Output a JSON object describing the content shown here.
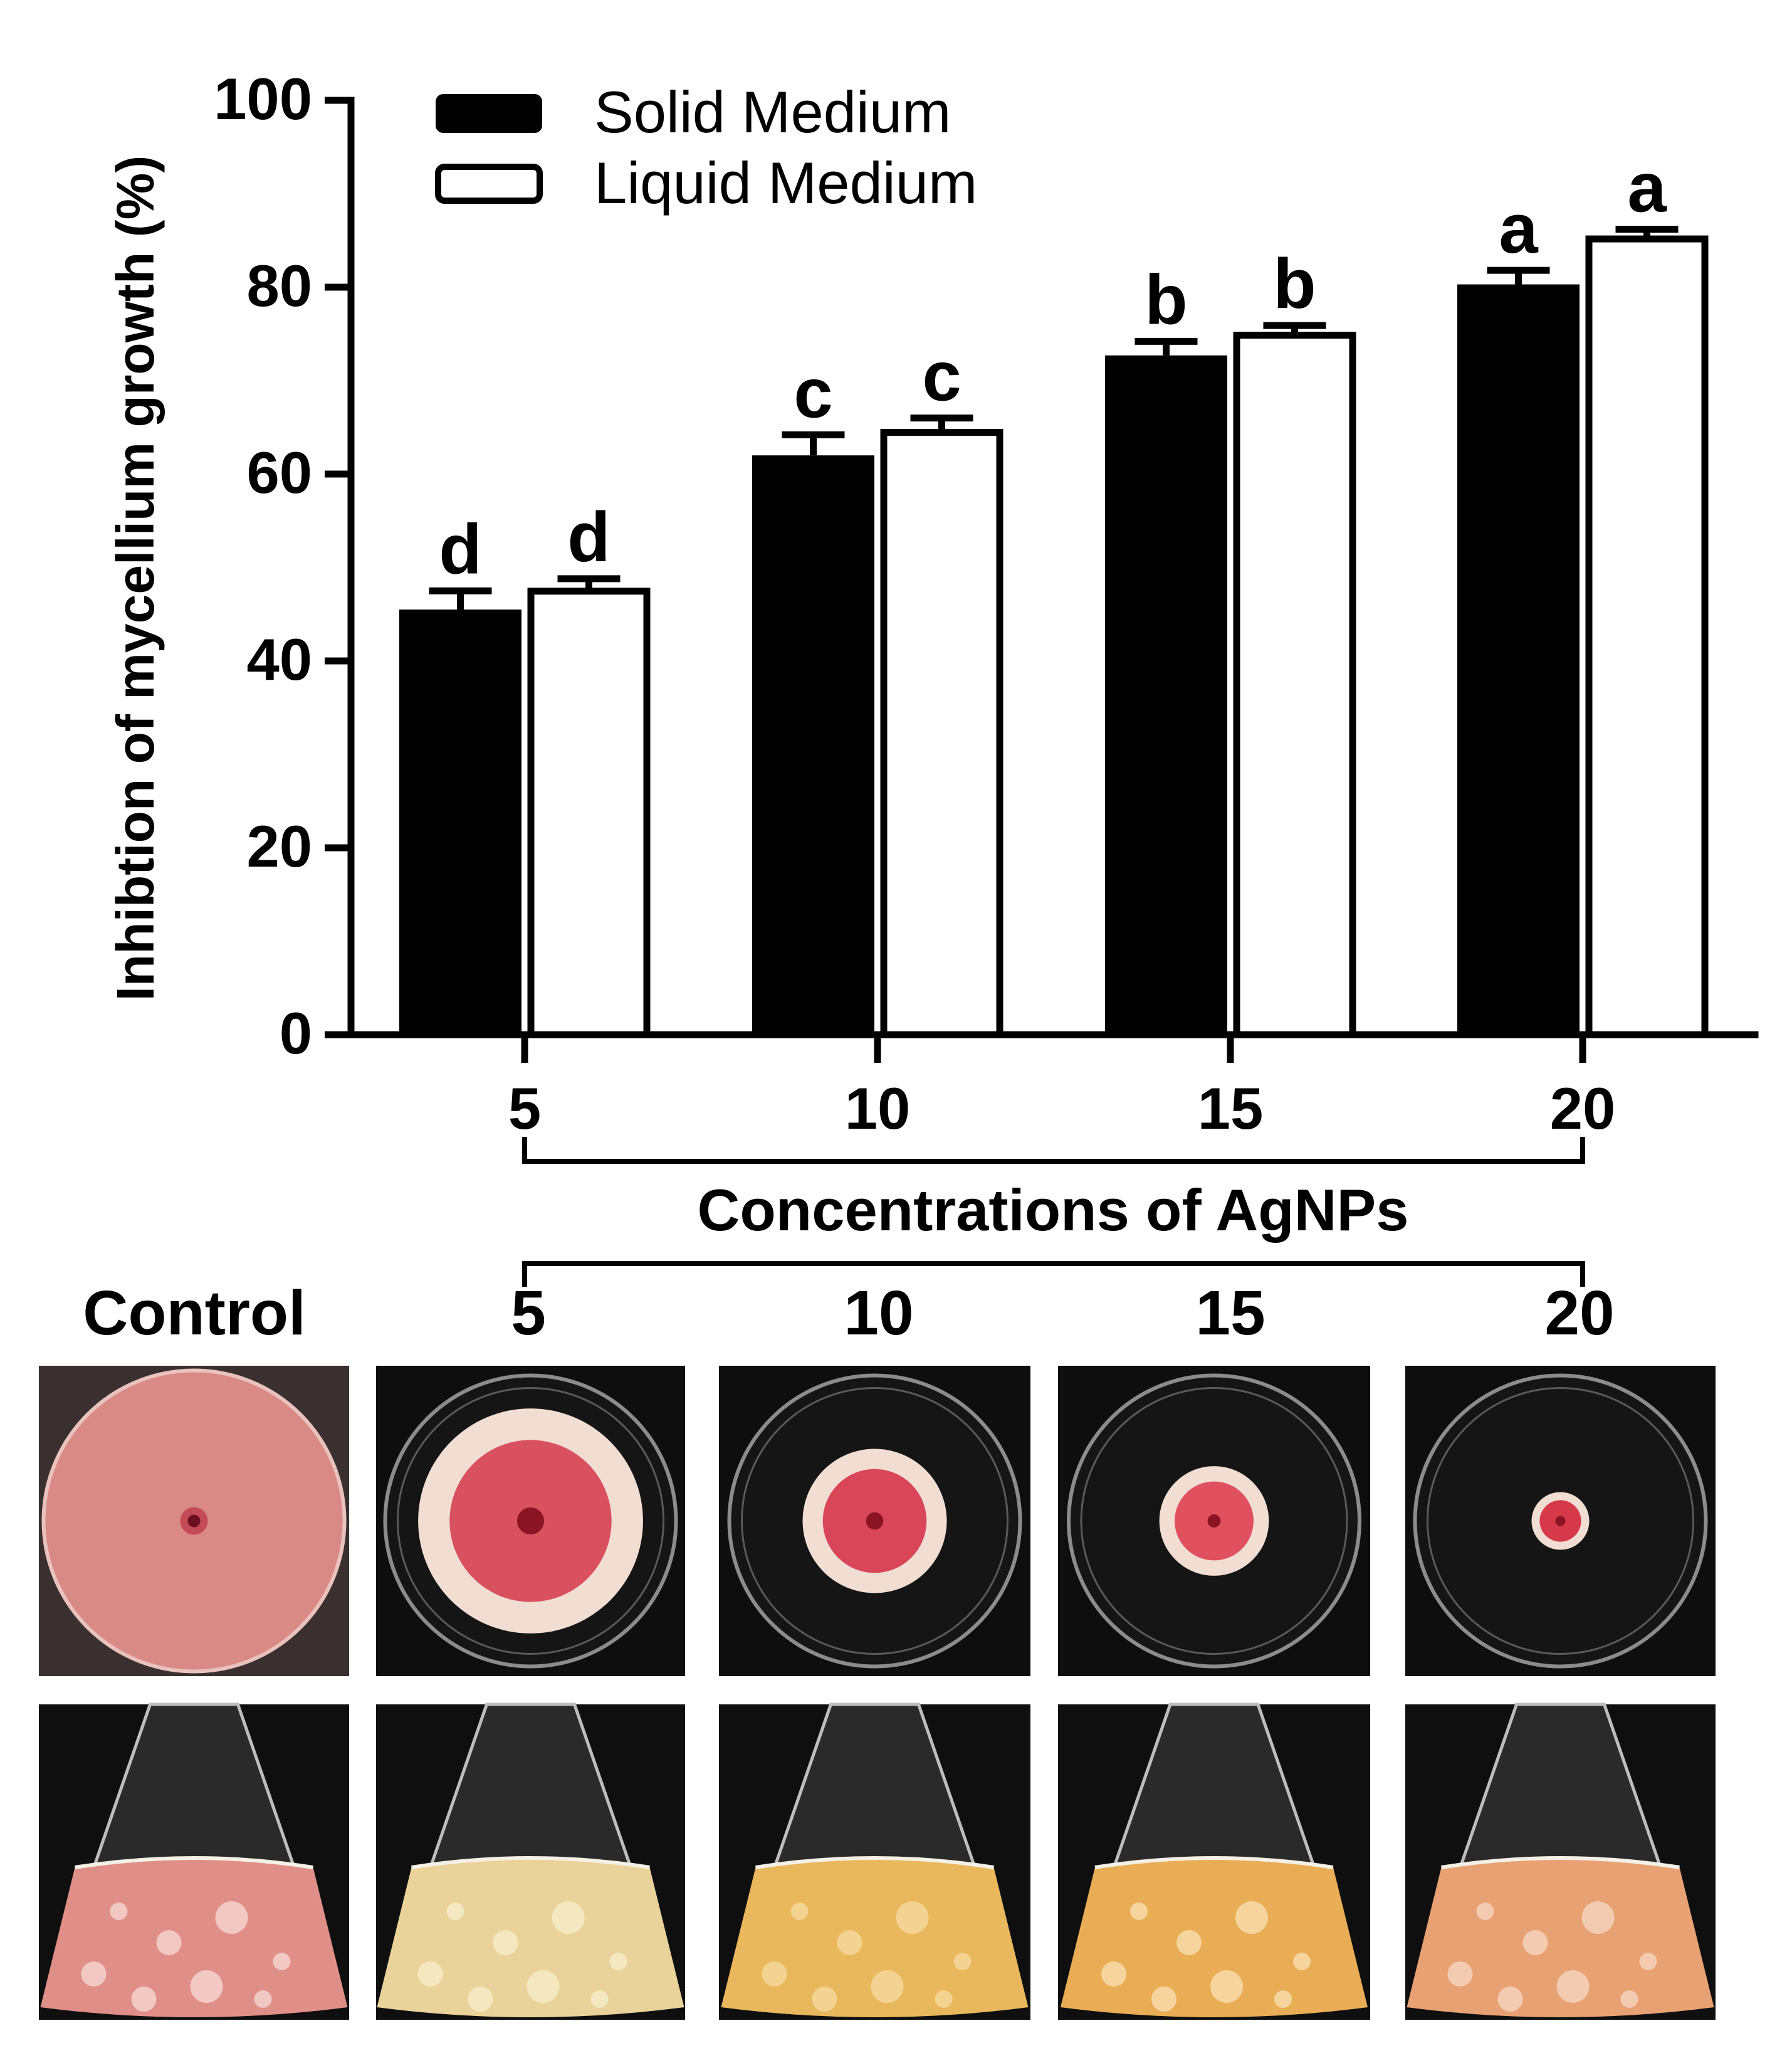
{
  "chart_data": {
    "type": "bar",
    "categories": [
      "5",
      "10",
      "15",
      "20"
    ],
    "series": [
      {
        "name": "Solid Medium",
        "values": [
          45.5,
          62.0,
          72.7,
          80.3
        ],
        "errors": [
          2.0,
          2.2,
          1.5,
          1.5
        ],
        "fill": "#000000"
      },
      {
        "name": "Liquid Medium",
        "values": [
          47.8,
          64.8,
          75.2,
          85.5
        ],
        "errors": [
          1.0,
          1.2,
          0.7,
          0.7
        ],
        "fill": "#ffffff"
      }
    ],
    "significance": {
      "Solid Medium": [
        "d",
        "c",
        "b",
        "a"
      ],
      "Liquid Medium": [
        "d",
        "c",
        "b",
        "a"
      ]
    },
    "ylabel": "Inhibtion of mycellium growth (%)",
    "xlabel": "Concentrations of AgNPs",
    "ylim": [
      0,
      100
    ],
    "yticks": [
      0,
      20,
      40,
      60,
      80,
      100
    ],
    "legend_position": "top-left",
    "grid": false
  },
  "photo_panel": {
    "column_labels": [
      "Control",
      "5",
      "10",
      "15",
      "20"
    ],
    "plates": [
      {
        "kind": "control",
        "medium": "#d98a86",
        "colony": 1.0,
        "core": "#c44a58"
      },
      {
        "kind": "treated",
        "medium": "#151515",
        "colony": 0.78,
        "core": "#d9505e"
      },
      {
        "kind": "treated",
        "medium": "#151515",
        "colony": 0.5,
        "core": "#d9465a"
      },
      {
        "kind": "treated",
        "medium": "#151515",
        "colony": 0.38,
        "core": "#e0505e"
      },
      {
        "kind": "treated",
        "medium": "#151515",
        "colony": 0.2,
        "core": "#d63a4a"
      }
    ],
    "flasks": [
      {
        "liquid": "#e08f88",
        "pellets": "#f3d2cf"
      },
      {
        "liquid": "#ead39a",
        "pellets": "#f6ebc8"
      },
      {
        "liquid": "#e9b85c",
        "pellets": "#f5d79a"
      },
      {
        "liquid": "#e9ad55",
        "pellets": "#f7dcaa"
      },
      {
        "liquid": "#e8a173",
        "pellets": "#f4d2bc"
      }
    ]
  }
}
